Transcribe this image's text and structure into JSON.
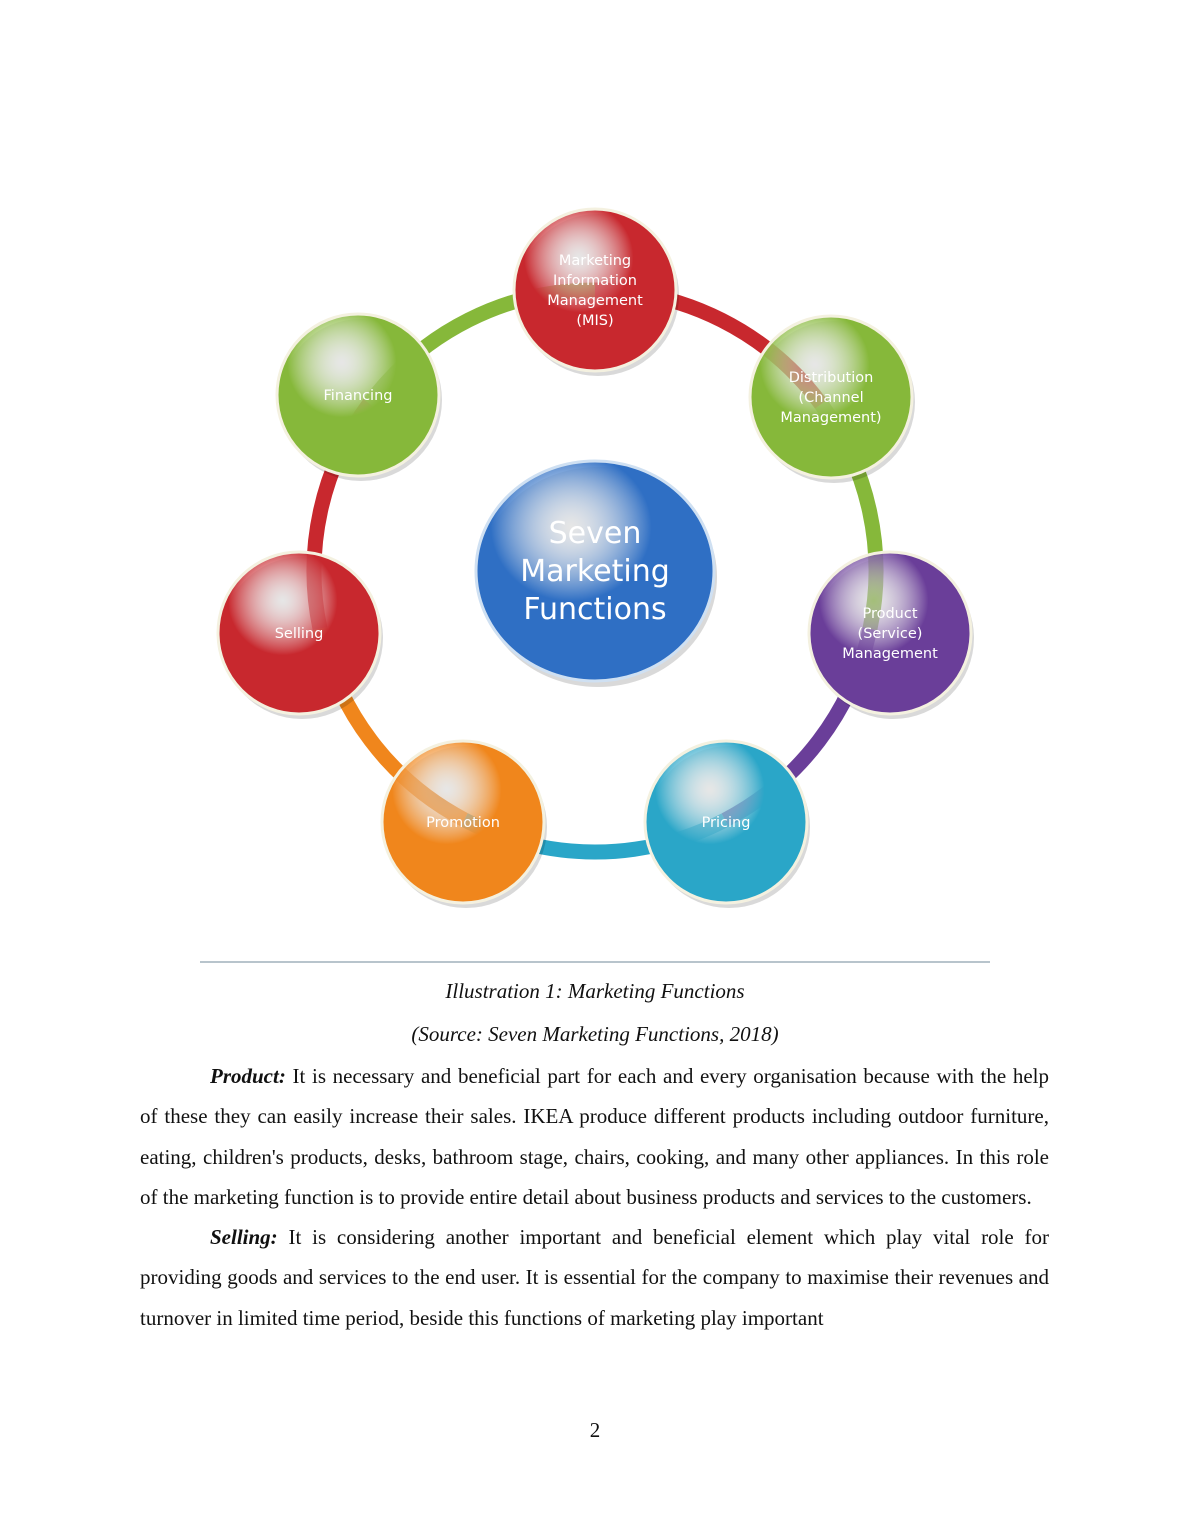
{
  "diagram": {
    "center": {
      "lines": [
        "Seven",
        "Marketing",
        "Functions"
      ],
      "color": "#2f6fc4"
    },
    "nodes": [
      {
        "lines": [
          "Marketing",
          "Information",
          "Management",
          "(MIS)"
        ],
        "color": "#c8282e"
      },
      {
        "lines": [
          "Distribution",
          "(Channel",
          "Management)"
        ],
        "color": "#86b83a"
      },
      {
        "lines": [
          "Product",
          "(Service)",
          "Management"
        ],
        "color": "#6a3e99"
      },
      {
        "lines": [
          "Pricing"
        ],
        "color": "#2aa6c8"
      },
      {
        "lines": [
          "Promotion"
        ],
        "color": "#f0861c"
      },
      {
        "lines": [
          "Selling"
        ],
        "color": "#c8282e"
      },
      {
        "lines": [
          "Financing"
        ],
        "color": "#86b83a"
      }
    ]
  },
  "caption": {
    "title": "Illustration 1: Marketing Functions",
    "source": "(Source: Seven Marketing Functions, 2018)"
  },
  "paragraphs": [
    {
      "lead": "Product:",
      "text": " It is necessary and beneficial part for each and every organisation because with the help of these they can easily increase their sales.  IKEA produce different products including outdoor furniture, eating, children's products, desks, bathroom stage, chairs, cooking, and many other appliances. In this role of the marketing function is to provide entire detail about business products and services to the customers."
    },
    {
      "lead": "Selling:",
      "text": " It is considering another important and beneficial element which play vital role for providing goods and services to the end user. It is essential for the company to maximise their revenues and turnover in limited time period, beside this functions of marketing play important"
    }
  ],
  "page_number": "2"
}
